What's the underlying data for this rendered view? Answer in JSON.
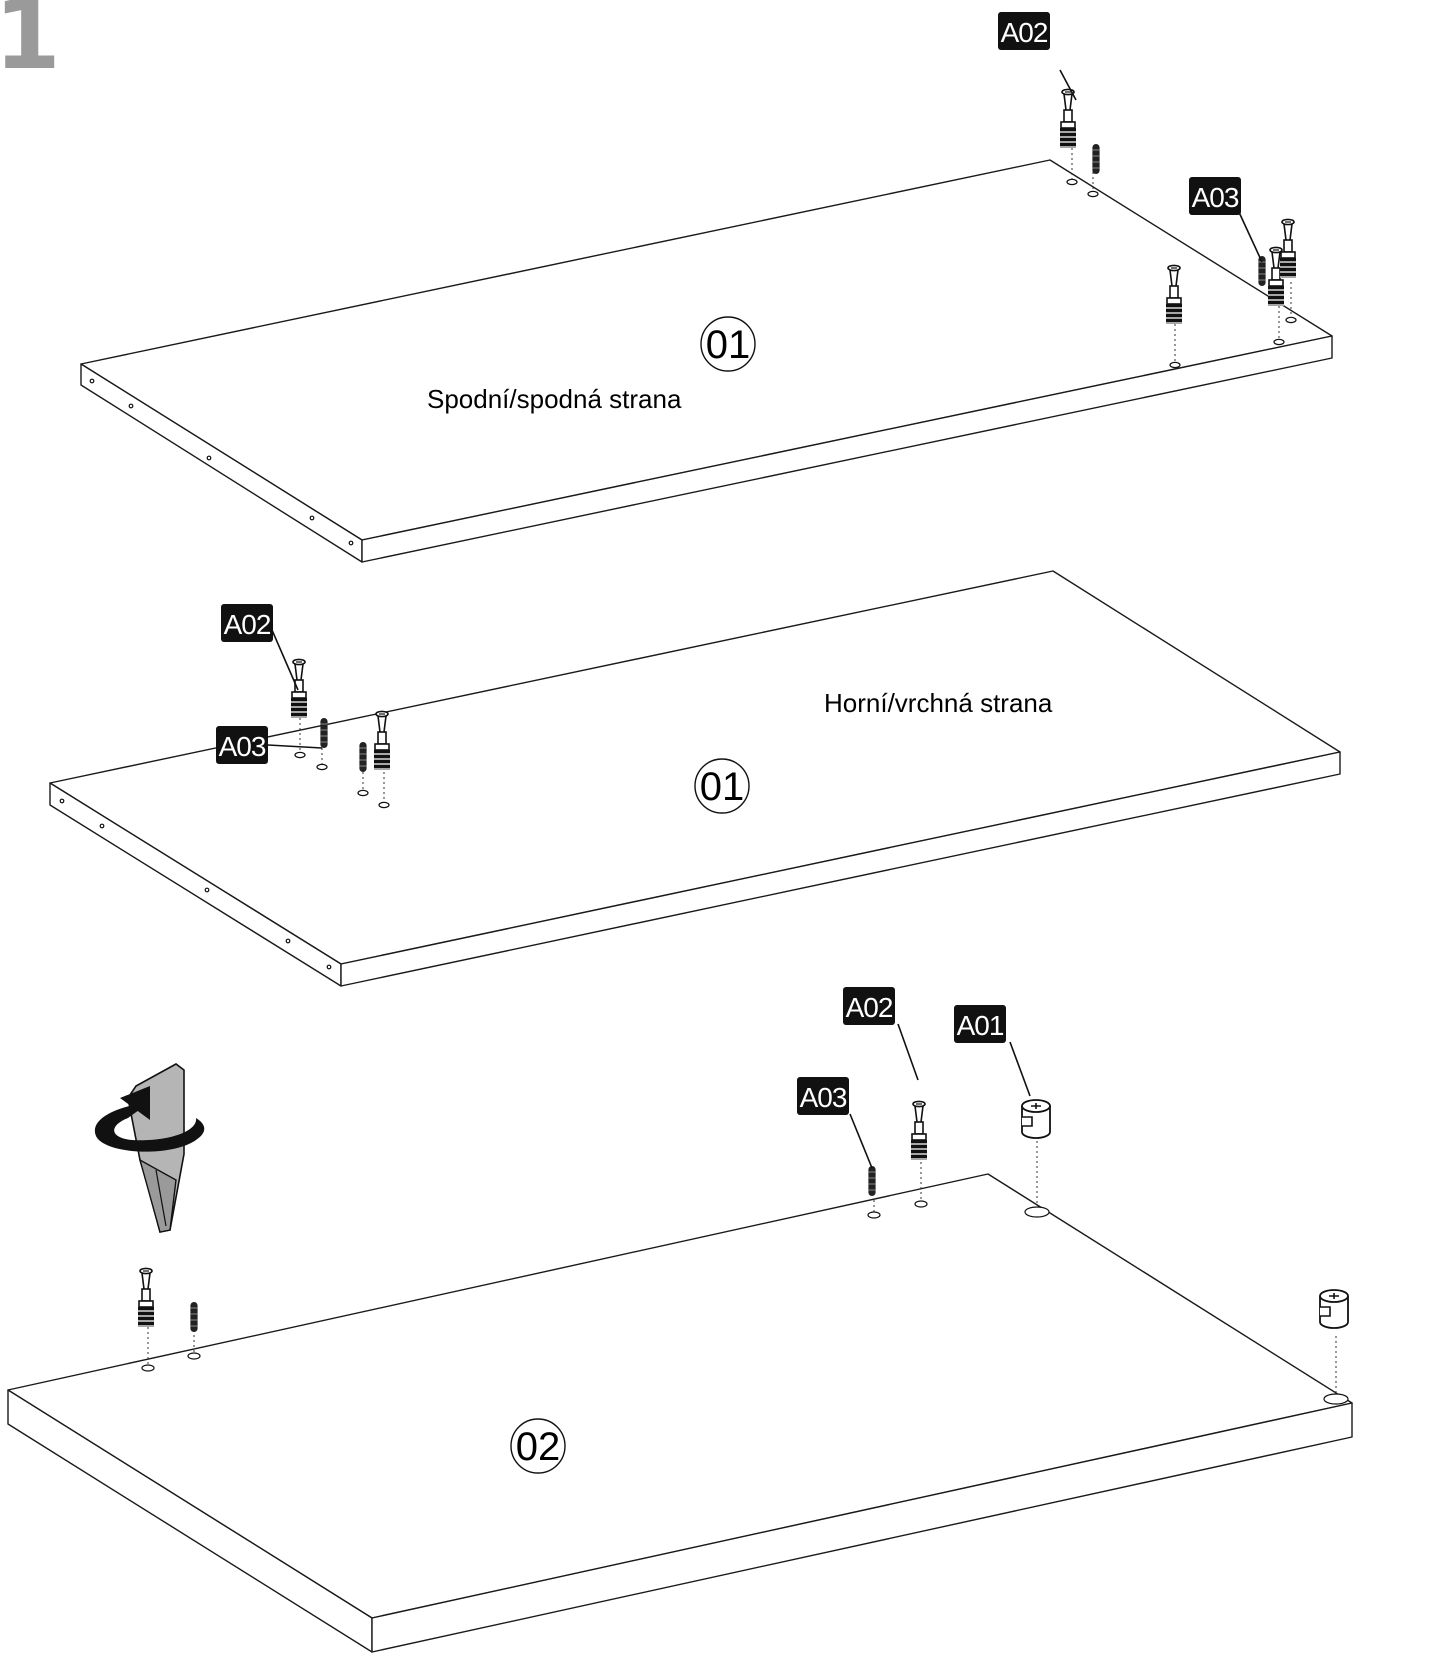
{
  "step": {
    "number": "1"
  },
  "boards": [
    {
      "part": "01",
      "caption": "Spodní/spodná strana"
    },
    {
      "part": "01",
      "caption": "Horní/vrchná strana"
    },
    {
      "part": "02",
      "caption": ""
    }
  ],
  "parts": {
    "a01": "A01",
    "a02": "A02",
    "a03": "A03"
  },
  "colors": {
    "line": "#1a1a1a",
    "tag_background": "#111111",
    "tag_text": "#ffffff",
    "step_number": "#9a9a9a"
  },
  "icons": [
    "screwdriver-icon",
    "rotate-arrow-icon"
  ]
}
